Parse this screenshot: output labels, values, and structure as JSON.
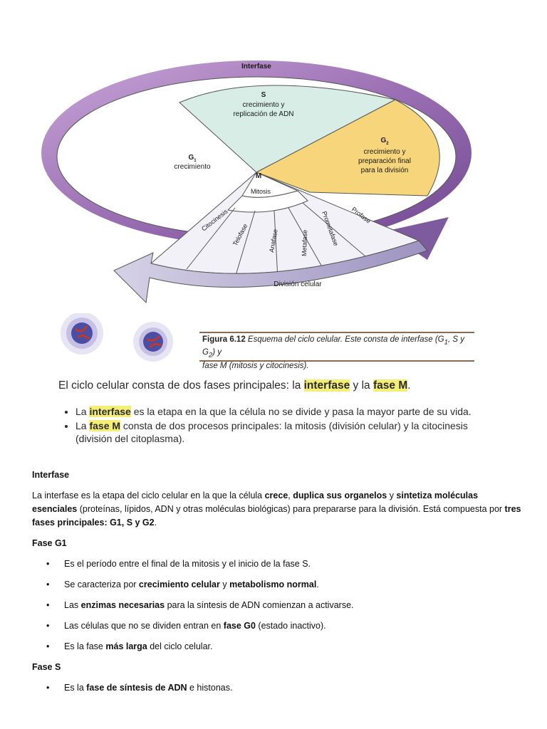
{
  "diagram": {
    "interfase": "Interfase",
    "s_title": "S",
    "s_line1": "crecimiento y",
    "s_line2": "replicación de ADN",
    "g1_title": "G",
    "g1_sub": "1",
    "g1_desc": "crecimiento",
    "g2_title": "G",
    "g2_sub": "2",
    "g2_line1": "crecimiento y",
    "g2_line2": "preparación final",
    "g2_line3": "para la división",
    "m_label": "M",
    "mitosis": "Mitosis",
    "citocinesis": "Citocinesis",
    "telofase": "Telofase",
    "anafase": "Anafase",
    "metafase": "Metafase",
    "prometafase": "Prometafase",
    "profase": "Profase",
    "division": "División celular"
  },
  "caption": {
    "label": "Figura 6.12",
    "text1": "Esquema del ciclo celular. Este consta de interfase (G",
    "sub1": "1",
    "text2": ", S y G",
    "sub2": "2",
    "text3": ") y",
    "line2": "fase M (mitosis y citocinesis)."
  },
  "summary": {
    "lead_pre": "El ciclo celular consta de dos fases principales: la ",
    "lead_hl1": "interfase",
    "lead_mid": " y la ",
    "lead_hl2": "fase M",
    "lead_end": ".",
    "b1_pre": "La ",
    "b1_hl": "interfase",
    "b1_rest": " es la etapa en la que la célula no se divide y pasa la mayor parte de su vida.",
    "b2_pre": "La ",
    "b2_hl": "fase M",
    "b2_rest": " consta de dos procesos principales: la mitosis (división celular) y la citocinesis (división del citoplasma)."
  },
  "doc": {
    "h_interfase": "Interfase",
    "p1_a": "La interfase es la etapa del ciclo celular en la que la célula ",
    "p1_b": "crece",
    "p1_c": ", ",
    "p1_d": "duplica sus organelos",
    "p1_e": " y ",
    "p1_f": "sintetiza moléculas esenciales",
    "p1_g": " (proteínas, lípidos, ADN y otras moléculas biológicas) para prepararse para la división. Está compuesta por ",
    "p1_h": "tres fases principales: G1, S y G2",
    "p1_i": ".",
    "h_g1": "Fase G1",
    "g1_1": "Es el período entre el final de la mitosis y el inicio de la fase S.",
    "g1_2a": "Se caracteriza por ",
    "g1_2b": "crecimiento celular",
    "g1_2c": " y ",
    "g1_2d": "metabolismo normal",
    "g1_2e": ".",
    "g1_3a": "Las ",
    "g1_3b": "enzimas necesarias",
    "g1_3c": " para la síntesis de ADN comienzan a activarse.",
    "g1_4a": "Las células que no se dividen entran en ",
    "g1_4b": "fase G0",
    "g1_4c": " (estado inactivo).",
    "g1_5a": "Es la fase ",
    "g1_5b": "más larga",
    "g1_5c": " del ciclo celular.",
    "h_s": "Fase S",
    "s_1a": "Es la ",
    "s_1b": "fase de síntesis de ADN",
    "s_1c": " e histonas.",
    "bullet": "•"
  },
  "colors": {
    "ring": "#9b6fb3",
    "s_sector": "#d7ede6",
    "g2_sector": "#f7d57a",
    "g1_sector": "#ffffff",
    "highlight": "#f4ee75"
  }
}
